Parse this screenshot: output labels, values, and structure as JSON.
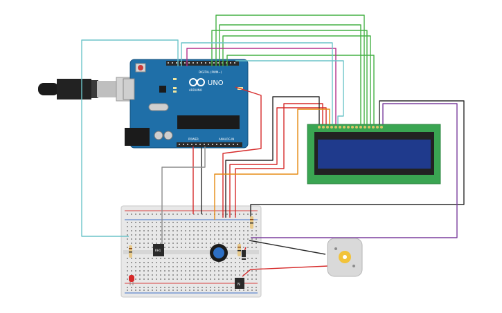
{
  "arduino": {
    "model": "UNO",
    "brand": "ARDUINO",
    "digital_header_label": "DIGITAL (PWM~)",
    "power_header_label": "POWER",
    "analog_header_label": "ANALOG IN",
    "board_color": "#1f6fa8"
  },
  "sensor": {
    "label": "RH1"
  },
  "transistor": {
    "label": "N"
  },
  "wire_colors": {
    "green": "#44b044",
    "pink": "#b5318c",
    "cyan": "#6cc4c9",
    "red": "#d62a2a",
    "black": "#2a2a2a",
    "orange": "#e58a12",
    "purple": "#7b3f9e",
    "gray": "#8c8c8c"
  },
  "lcd": {
    "pcb_color": "#3aa552",
    "screen_color": "#1f3a8c"
  },
  "motor": {
    "body_color": "#d9d9d9",
    "shaft_color": "#f2c33a"
  }
}
